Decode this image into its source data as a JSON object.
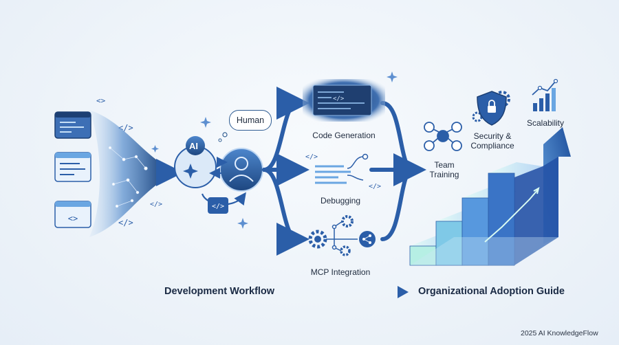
{
  "human_bubble": "Human",
  "ai_badge": "AI",
  "workflow_branches": [
    "Code Generation",
    "Debugging",
    "MCP Integration"
  ],
  "adoption_steps": [
    "Team Training",
    "Security & Compliance",
    "Scalability"
  ],
  "bottom_labels": {
    "left": "Development Workflow",
    "right": "Organizational Adoption Guide"
  },
  "footer": "2025 AI KnowledgeFlow",
  "code_glyph": "</>",
  "icons": [
    "code-window-icon",
    "network-constellation-icon",
    "ai-brain-icon",
    "human-user-icon",
    "code-tag-icon",
    "gear-icon",
    "share-node-icon",
    "shield-lock-icon",
    "bar-chart-icon",
    "team-network-icon",
    "staircase-growth-icon",
    "arrow-right-icon"
  ],
  "colors": {
    "primary": "#2b5ea8",
    "dark_navy": "#1c3f73",
    "light_blue": "#6aa6e2",
    "teal": "#6fd3c9",
    "background": "#edf3f9"
  }
}
